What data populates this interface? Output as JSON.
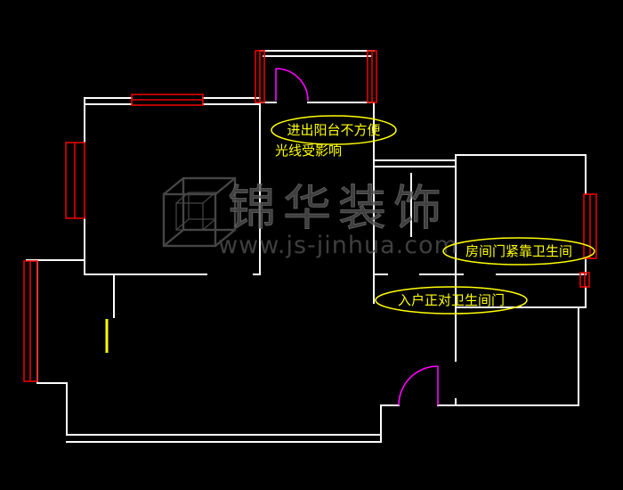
{
  "colors": {
    "background": "#000000",
    "wall": "#ffffff",
    "window": "#e60000",
    "door": "#ff00ff",
    "annotation": "#ffff00",
    "highlight": "#ffff00",
    "watermark": "#4f4f4f"
  },
  "annotations": {
    "balcony_issue": {
      "line1": "进出阳台不方便",
      "line2": "光线受影响"
    },
    "bedroom_door_issue": {
      "text": "房间门紧靠卫生间"
    },
    "entry_issue": {
      "text": "入户正对卫生间门"
    }
  },
  "watermark": {
    "brand": "锦华装饰",
    "url": "www.js-jinhua.com"
  }
}
